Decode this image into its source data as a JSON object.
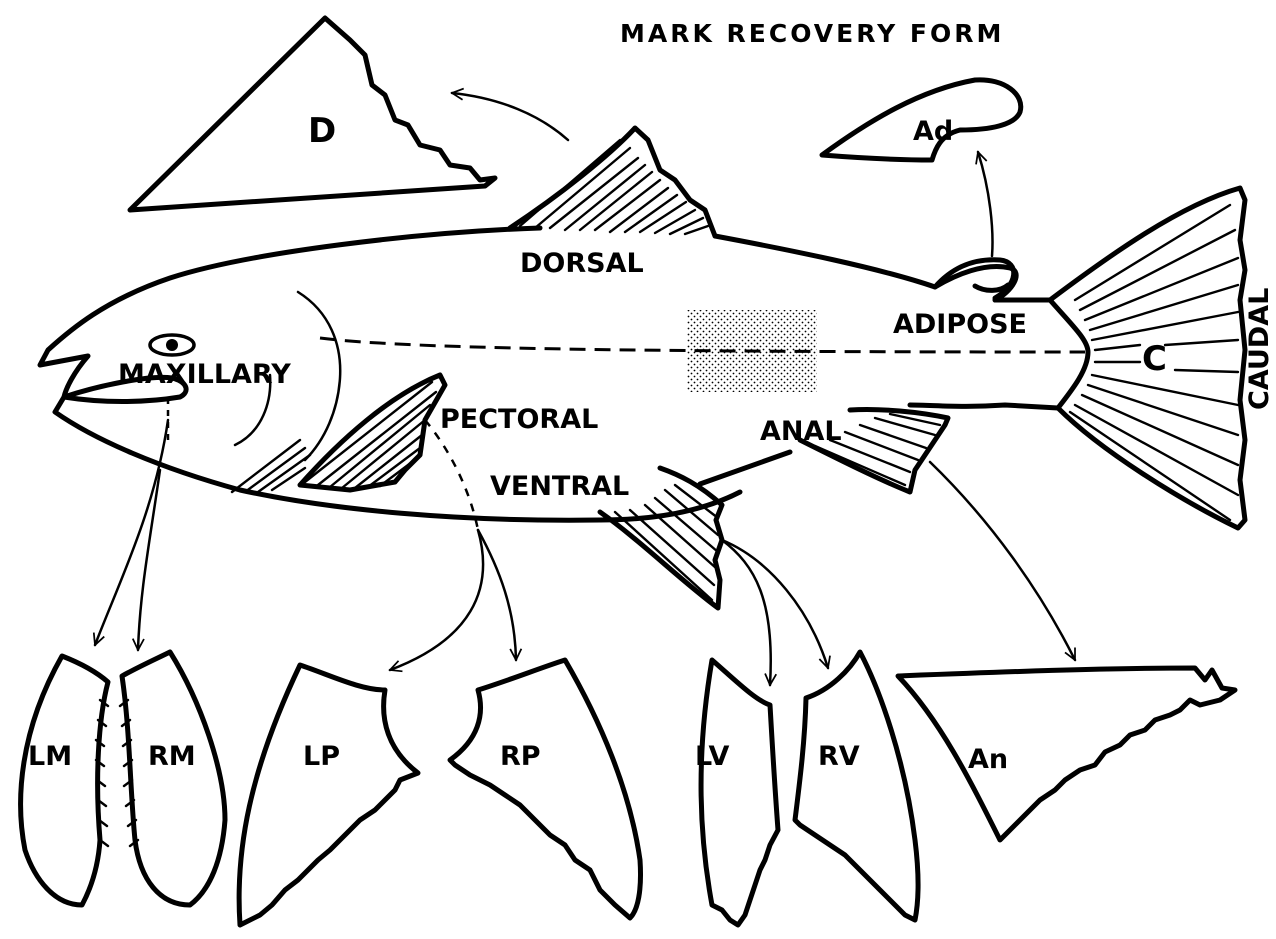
{
  "title": "MARK RECOVERY FORM",
  "fish_labels": {
    "dorsal": "DORSAL",
    "adipose": "ADIPOSE",
    "caudal": "CAUDAL",
    "maxillary": "MAXILLARY",
    "pectoral": "PECTORAL",
    "ventral": "VENTRAL",
    "anal": "ANAL",
    "caudal_short": "C"
  },
  "detached_fins": {
    "dorsal": "D",
    "adipose": "Ad",
    "left_maxillary": "LM",
    "right_maxillary": "RM",
    "left_pectoral": "LP",
    "right_pectoral": "RP",
    "left_ventral": "LV",
    "right_ventral": "RV",
    "anal": "An"
  },
  "colors": {
    "ink": "#000000",
    "paper": "#ffffff"
  }
}
